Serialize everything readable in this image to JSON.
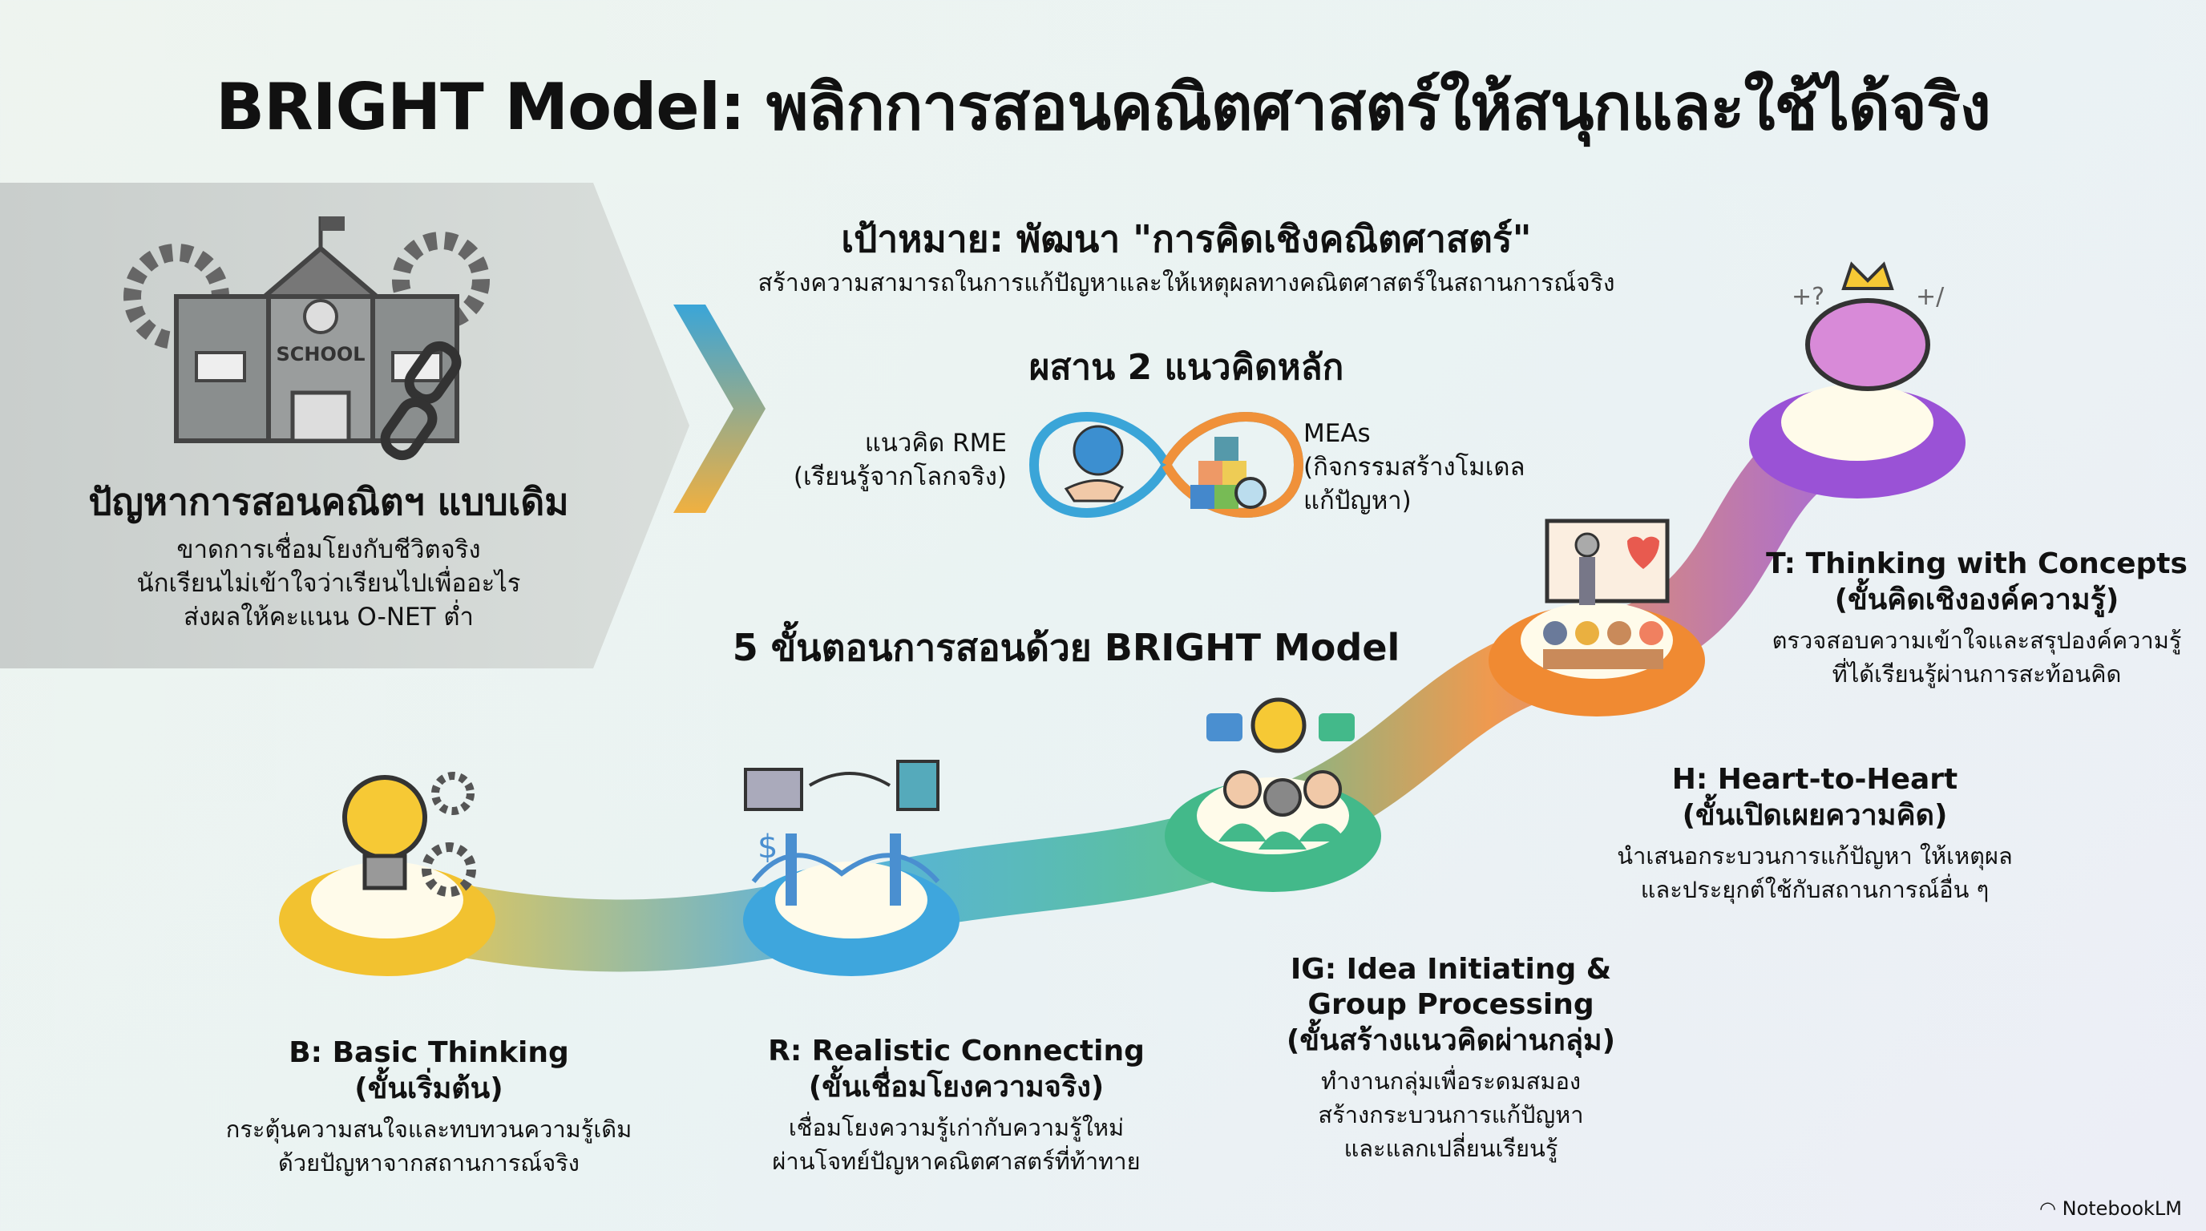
{
  "title": "BRIGHT Model: พลิกการสอนคณิตศาสตร์ให้สนุกและใช้ได้จริง",
  "problem": {
    "school_sign": "SCHOOL",
    "heading": "ปัญหาการสอนคณิตฯ แบบเดิม",
    "lines": [
      "ขาดการเชื่อมโยงกับชีวิตจริง",
      "นักเรียนไม่เข้าใจว่าเรียนไปเพื่ออะไร",
      "ส่งผลให้คะแนน O-NET ต่ำ"
    ]
  },
  "goal": {
    "heading": "เป้าหมาย: พัฒนา \"การคิดเชิงคณิตศาสตร์\"",
    "sub": "สร้างความสามารถในการแก้ปัญหาและให้เหตุผลทางคณิตศาสตร์ในสถานการณ์จริง"
  },
  "concepts": {
    "heading": "ผสาน 2 แนวคิดหลัก",
    "rme": [
      "แนวคิด RME",
      "(เรียนรู้จากโลกจริง)"
    ],
    "meas": [
      "MEAs",
      "(กิจกรรมสร้างโมเดล",
      "แก้ปัญหา)"
    ]
  },
  "steps_heading": "5 ขั้นตอนการสอนด้วย BRIGHT Model",
  "steps": [
    {
      "title": "B: Basic Thinking",
      "sub": "(ขั้นเริ่มต้น)",
      "desc": [
        "กระตุ้นความสนใจและทบทวนความรู้เดิม",
        "ด้วยปัญหาจากสถานการณ์จริง"
      ],
      "color": "#f2c230"
    },
    {
      "title": "R: Realistic Connecting",
      "sub": "(ขั้นเชื่อมโยงความจริง)",
      "desc": [
        "เชื่อมโยงความรู้เก่ากับความรู้ใหม่",
        "ผ่านโจทย์ปัญหาคณิตศาสตร์ที่ท้าทาย"
      ],
      "color": "#3ea6dd"
    },
    {
      "title": "IG: Idea Initiating & Group Processing",
      "sub": "(ขั้นสร้างแนวคิดผ่านกลุ่ม)",
      "desc": [
        "ทำงานกลุ่มเพื่อระดมสมอง",
        "สร้างกระบวนการแก้ปัญหา",
        "และแลกเปลี่ยนเรียนรู้"
      ],
      "color": "#43b98a"
    },
    {
      "title": "H: Heart-to-Heart",
      "sub": "(ขั้นเปิดเผยความคิด)",
      "desc": [
        "นำเสนอกระบวนการแก้ปัญหา ให้เหตุผล",
        "และประยุกต์ใช้กับสถานการณ์อื่น ๆ"
      ],
      "color": "#f08a32"
    },
    {
      "title": "T: Thinking with Concepts",
      "sub": "(ขั้นคิดเชิงองค์ความรู้)",
      "desc": [
        "ตรวจสอบความเข้าใจและสรุปองค์ความรู้",
        "ที่ได้เรียนรู้ผ่านการสะท้อนคิด"
      ],
      "color": "#9a52d6"
    }
  ],
  "brand": "NotebookLM"
}
